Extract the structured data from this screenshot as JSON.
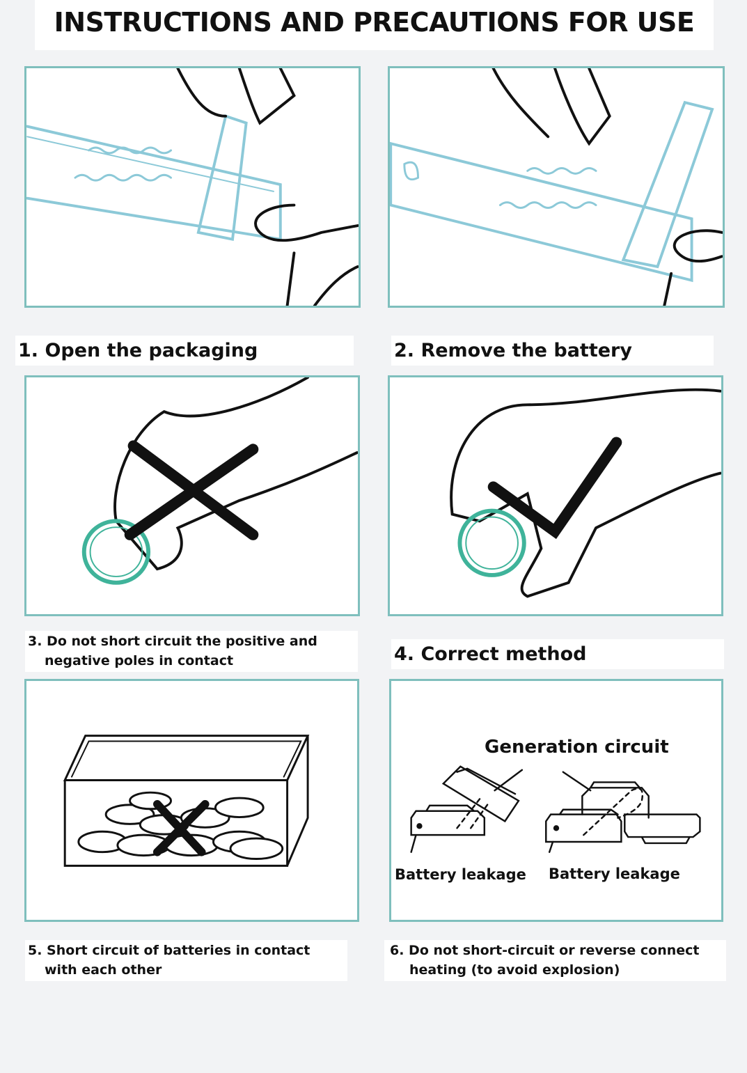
{
  "title": "INSTRUCTIONS AND PRECAUTIONS FOR USE",
  "steps": [
    {
      "caption": "1. Open the packaging"
    },
    {
      "caption": "2. Remove the battery"
    },
    {
      "caption_line1": "3. Do not short circuit the positive and",
      "caption_line2": "negative poles in contact"
    },
    {
      "caption": "4. Correct method"
    },
    {
      "caption_line1": "5. Short circuit of batteries in contact",
      "caption_line2": "with each other"
    },
    {
      "caption_line1": "6. Do not short-circuit or reverse connect",
      "caption_line2": "heating (to avoid explosion)"
    }
  ],
  "diagram6": {
    "generation_label": "Generation circuit",
    "leak_left": "Battery leakage",
    "leak_right": "Battery leakage"
  },
  "colors": {
    "panel_border": "#7fbfbd",
    "battery": "#3fb39a",
    "background": "#f2f3f5"
  }
}
